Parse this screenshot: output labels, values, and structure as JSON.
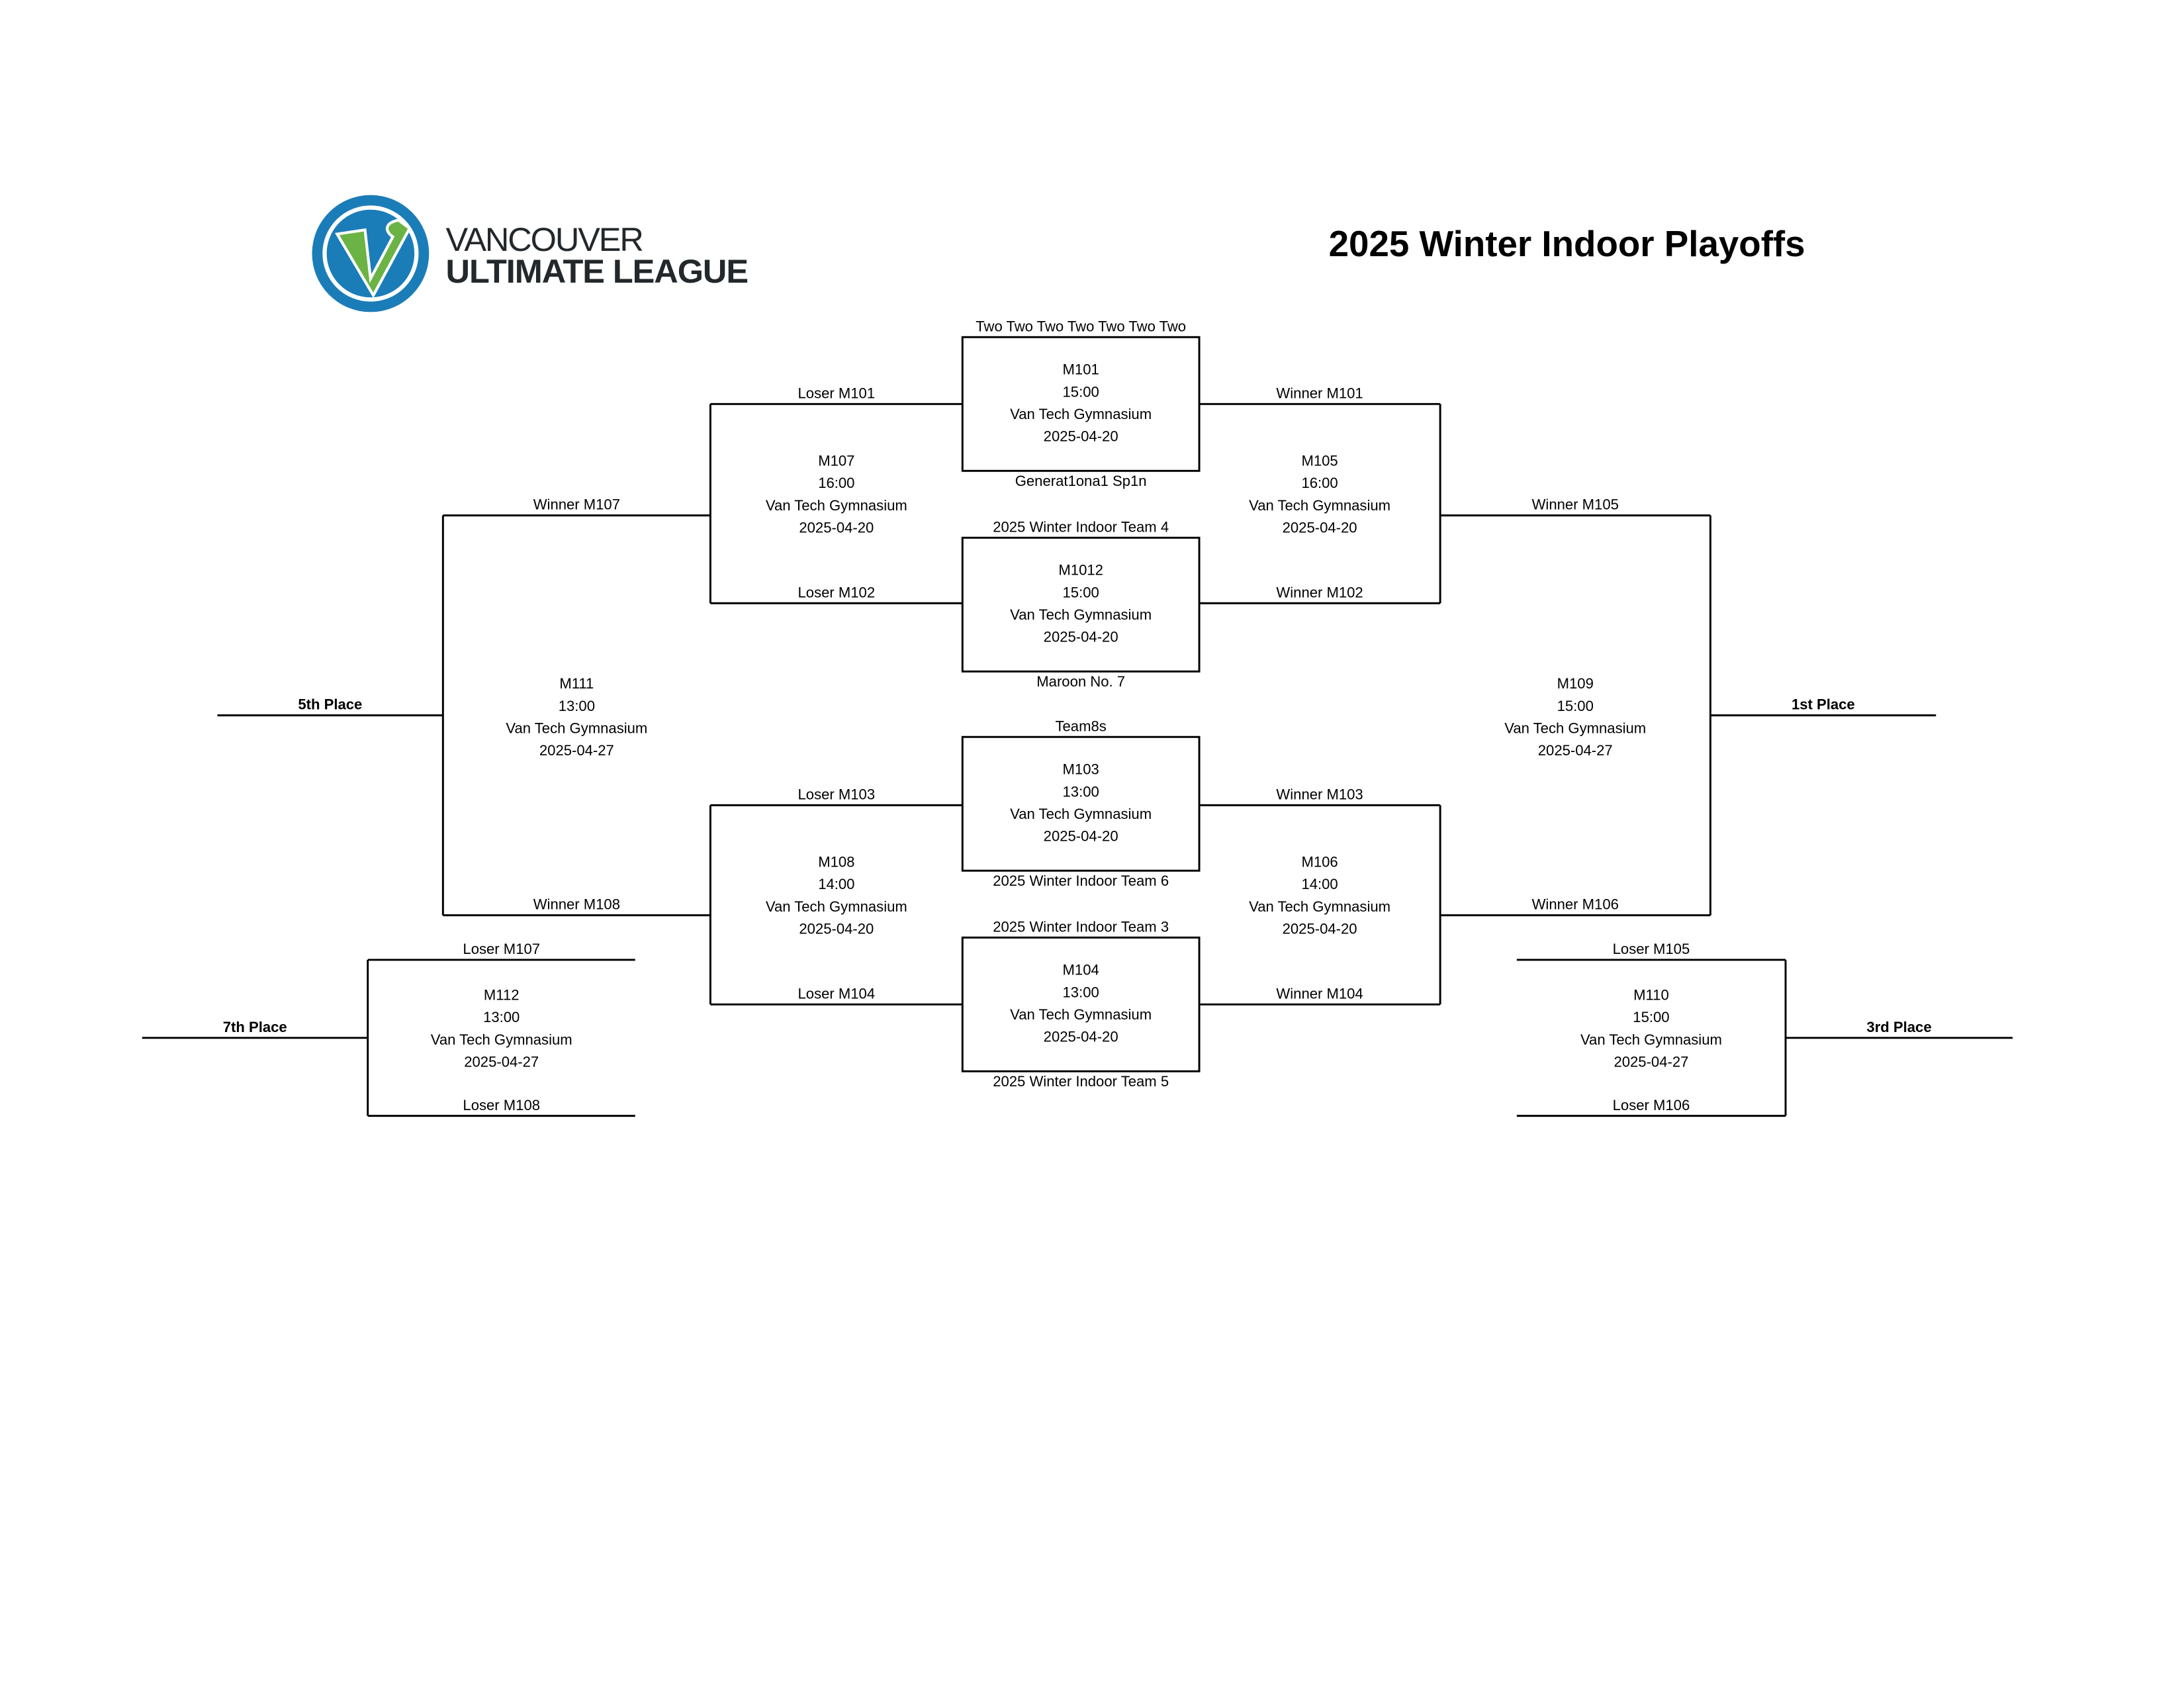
{
  "header": {
    "title": "2025 Winter Indoor Playoffs",
    "logo": {
      "line1": "VANCOUVER",
      "line2": "ULTIMATE LEAGUE",
      "blue": "#1b7db8",
      "green": "#6ab344",
      "text_color": "#22282b"
    }
  },
  "matches": [
    {
      "id": "M101",
      "time": "15:00",
      "venue": "Van Tech Gymnasium",
      "date": "2025-04-20",
      "top": "Two Two Two Two Two Two Two",
      "bottom": "Generat1ona1 Sp1n"
    },
    {
      "id": "M1012",
      "time": "15:00",
      "venue": "Van Tech Gymnasium",
      "date": "2025-04-20",
      "top": "2025 Winter Indoor Team 4",
      "bottom": "Maroon No. 7"
    },
    {
      "id": "M103",
      "time": "13:00",
      "venue": "Van Tech Gymnasium",
      "date": "2025-04-20",
      "top": "Team8s",
      "bottom": "2025 Winter Indoor Team 6"
    },
    {
      "id": "M104",
      "time": "13:00",
      "venue": "Van Tech Gymnasium",
      "date": "2025-04-20",
      "top": "2025 Winter Indoor Team 3",
      "bottom": "2025 Winter Indoor Team 5"
    },
    {
      "id": "M107",
      "time": "16:00",
      "venue": "Van Tech Gymnasium",
      "date": "2025-04-20",
      "top": "Loser M101",
      "bottom": "Loser M102"
    },
    {
      "id": "M105",
      "time": "16:00",
      "venue": "Van Tech Gymnasium",
      "date": "2025-04-20",
      "top": "Winner M101",
      "bottom": "Winner M102"
    },
    {
      "id": "M108",
      "time": "14:00",
      "venue": "Van Tech Gymnasium",
      "date": "2025-04-20",
      "top": "Loser M103",
      "bottom": "Loser M104"
    },
    {
      "id": "M106",
      "time": "14:00",
      "venue": "Van Tech Gymnasium",
      "date": "2025-04-20",
      "top": "Winner M103",
      "bottom": "Winner M104"
    },
    {
      "id": "M111",
      "time": "13:00",
      "venue": "Van Tech Gymnasium",
      "date": "2025-04-27",
      "top": "Winner M107",
      "bottom": "Winner M108",
      "place": "5th Place"
    },
    {
      "id": "M109",
      "time": "15:00",
      "venue": "Van Tech Gymnasium",
      "date": "2025-04-27",
      "top": "Winner M105",
      "bottom": "Winner M106",
      "place": "1st Place"
    },
    {
      "id": "M112",
      "time": "13:00",
      "venue": "Van Tech Gymnasium",
      "date": "2025-04-27",
      "top": "Loser M107",
      "bottom": "Loser M108",
      "place": "7th Place"
    },
    {
      "id": "M110",
      "time": "15:00",
      "venue": "Van Tech Gymnasium",
      "date": "2025-04-27",
      "top": "Loser M105",
      "bottom": "Loser M106",
      "place": "3rd Place"
    }
  ]
}
